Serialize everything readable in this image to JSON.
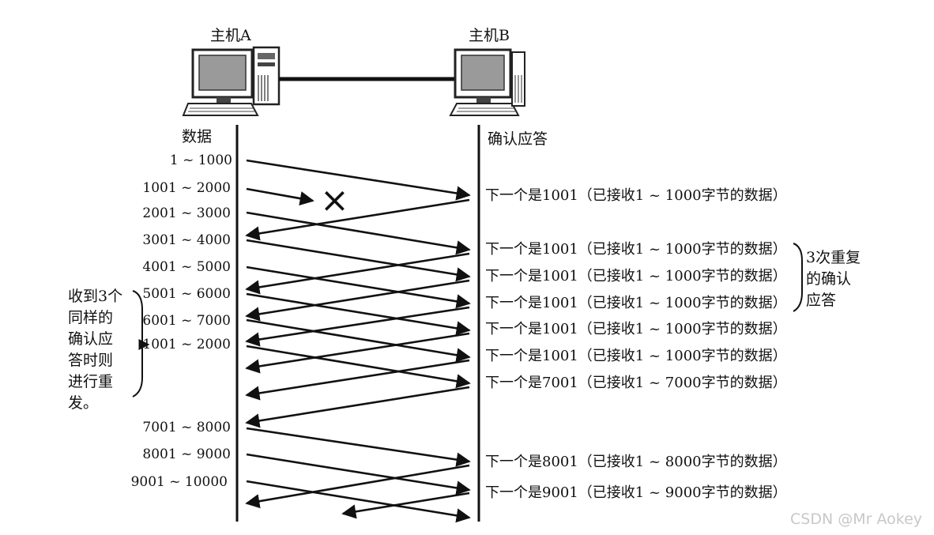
{
  "host_a_label": "主机A",
  "host_b_label": "主机B",
  "col_a_label": "数据",
  "col_b_label": "确认应答",
  "segments": [
    "1 ~ 1000",
    "1001 ~ 2000",
    "2001 ~ 3000",
    "3001 ~ 4000",
    "4001 ~ 5000",
    "5001 ~ 6000",
    "6001 ~ 7000",
    "1001 ~ 2000",
    "7001 ~ 8000",
    "8001 ~ 9000",
    "9001 ~ 10000"
  ],
  "acks": [
    "下一个是1001（已接收1 ~ 1000字节的数据）",
    "下一个是1001（已接收1 ~ 1000字节的数据）",
    "下一个是1001（已接收1 ~ 1000字节的数据）",
    "下一个是1001（已接收1 ~ 1000字节的数据）",
    "下一个是1001（已接收1 ~ 1000字节的数据）",
    "下一个是1001（已接收1 ~ 1000字节的数据）",
    "下一个是7001（已接收1 ~ 7000字节的数据）",
    "下一个是8001（已接收1 ~ 8000字节的数据）",
    "下一个是9001（已接收1 ~ 9000字节的数据）"
  ],
  "lost_marker": "×",
  "dup_note": [
    "3次重复",
    "的确认",
    "应答"
  ],
  "resend_note": [
    "收到3个",
    "同样的",
    "确认应",
    "答时则",
    "进行重",
    "发。"
  ],
  "watermark": "CSDN @Mr  Aokey"
}
